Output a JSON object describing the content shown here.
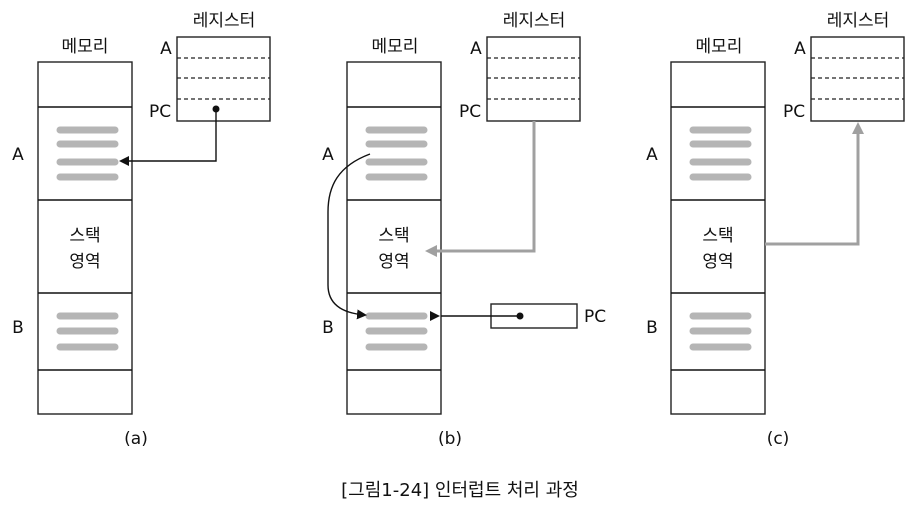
{
  "memory_label": "메모리",
  "register_label": "레지스터",
  "stack_line1": "스택",
  "stack_line2": "영역",
  "label_A": "A",
  "label_B": "B",
  "label_PC": "PC",
  "panels": [
    "(a)",
    "(b)",
    "(c)"
  ],
  "caption": "[그림1-24] 인터럽트 처리 과정"
}
